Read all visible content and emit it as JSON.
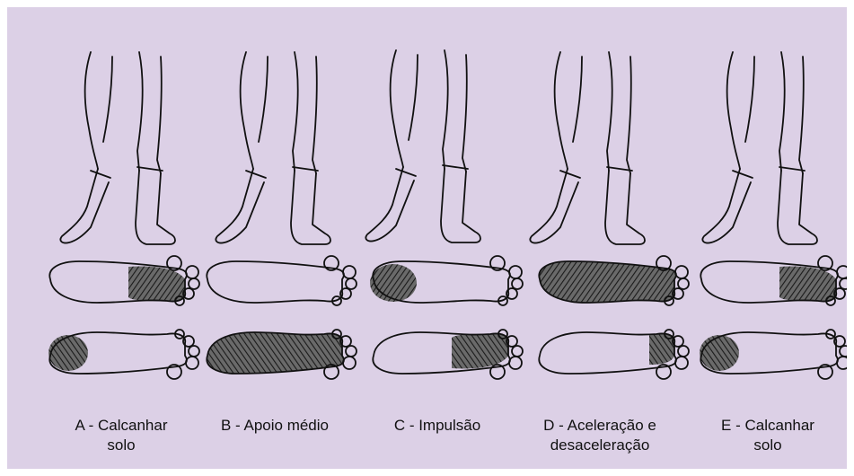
{
  "colors": {
    "background": "#dcd0e6",
    "outline": "#111111",
    "hatch_fill": "#555555"
  },
  "stages": [
    {
      "id": "A",
      "line1": "A - Calcanhar",
      "line2": "solo",
      "contact": "heel"
    },
    {
      "id": "B",
      "line1": "B - Apoio  médio",
      "line2": "",
      "contact": "midfoot"
    },
    {
      "id": "C",
      "line1": "C - Impulsão",
      "line2": "",
      "contact": "toe-off"
    },
    {
      "id": "D",
      "line1": "D - Aceleração e",
      "line2": "desaceleração",
      "contact": "full"
    },
    {
      "id": "E",
      "line1": "E - Calcanhar",
      "line2": "solo",
      "contact": "heel"
    }
  ],
  "icons": {
    "legs": "walking-legs-illustration",
    "foot": "foot-sole-pressure-illustration"
  }
}
